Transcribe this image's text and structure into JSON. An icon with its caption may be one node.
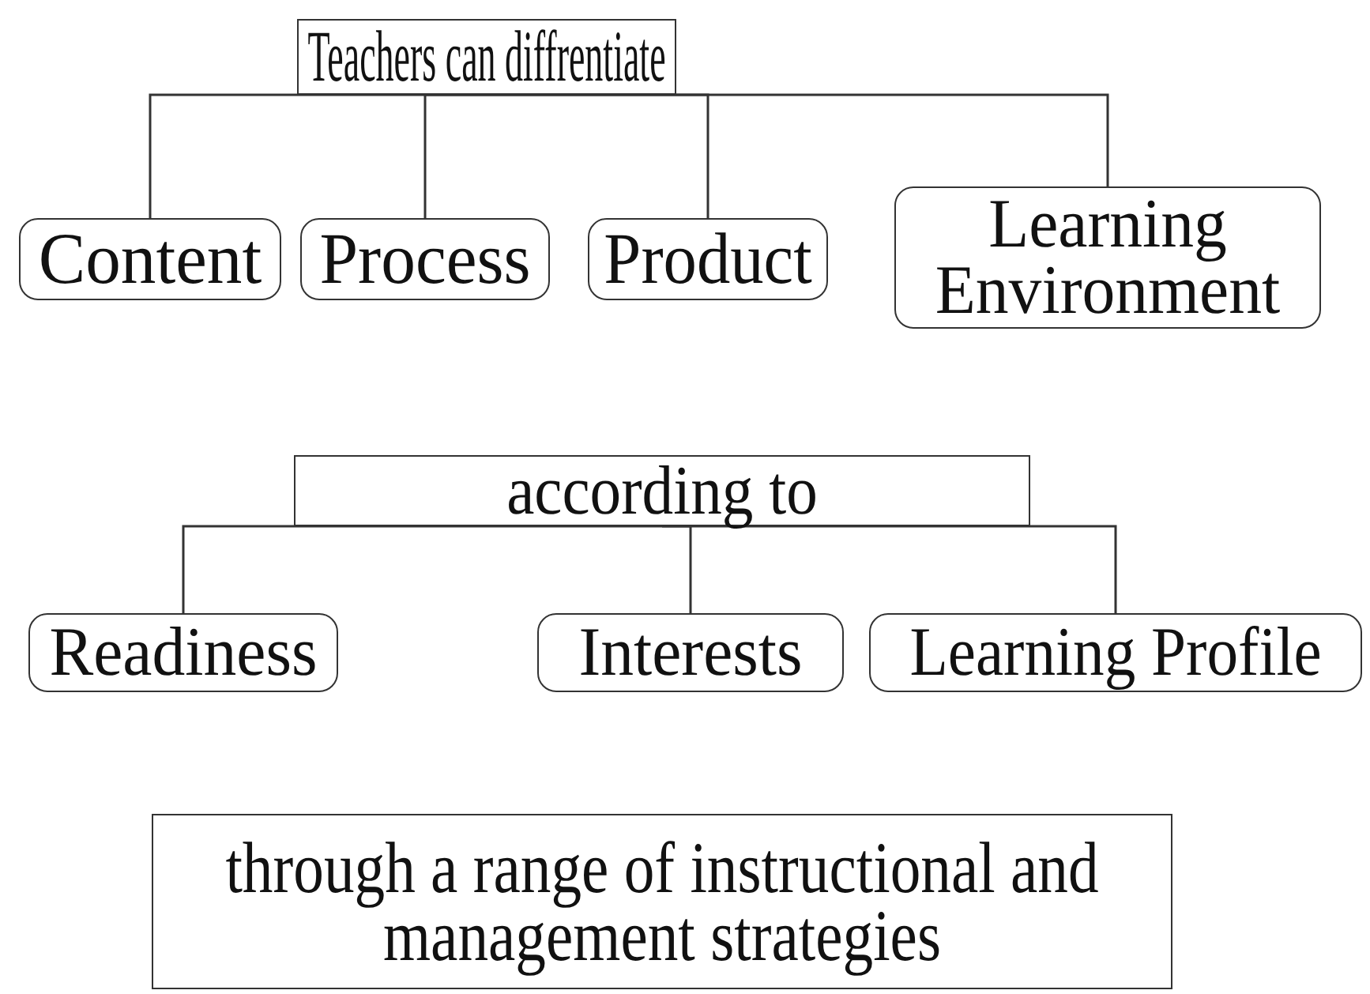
{
  "diagram": {
    "nodes": [
      {
        "text": [
          "Teachers can diffrentiate"
        ]
      },
      {
        "text": [
          "Content"
        ]
      },
      {
        "text": [
          "Process"
        ]
      },
      {
        "text": [
          "Product"
        ]
      },
      {
        "text": [
          "Learning Environment"
        ]
      },
      {
        "text": [
          "according to"
        ]
      },
      {
        "text": [
          "Readiness"
        ]
      },
      {
        "text": [
          "Interests"
        ]
      },
      {
        "text": [
          "Learning Profile"
        ]
      },
      {
        "text": [
          "through a range of instructional and management strategies"
        ]
      }
    ],
    "edges": [
      {
        "from": 0,
        "to": 1,
        "arrow": "none"
      },
      {
        "from": 0,
        "to": 2,
        "arrow": "none"
      },
      {
        "from": 0,
        "to": 3,
        "arrow": "none"
      },
      {
        "from": 0,
        "to": 4,
        "arrow": "none"
      },
      {
        "from": 5,
        "to": 6,
        "arrow": "none"
      },
      {
        "from": 5,
        "to": 7,
        "arrow": "none"
      },
      {
        "from": 5,
        "to": 8,
        "arrow": "none"
      }
    ]
  }
}
